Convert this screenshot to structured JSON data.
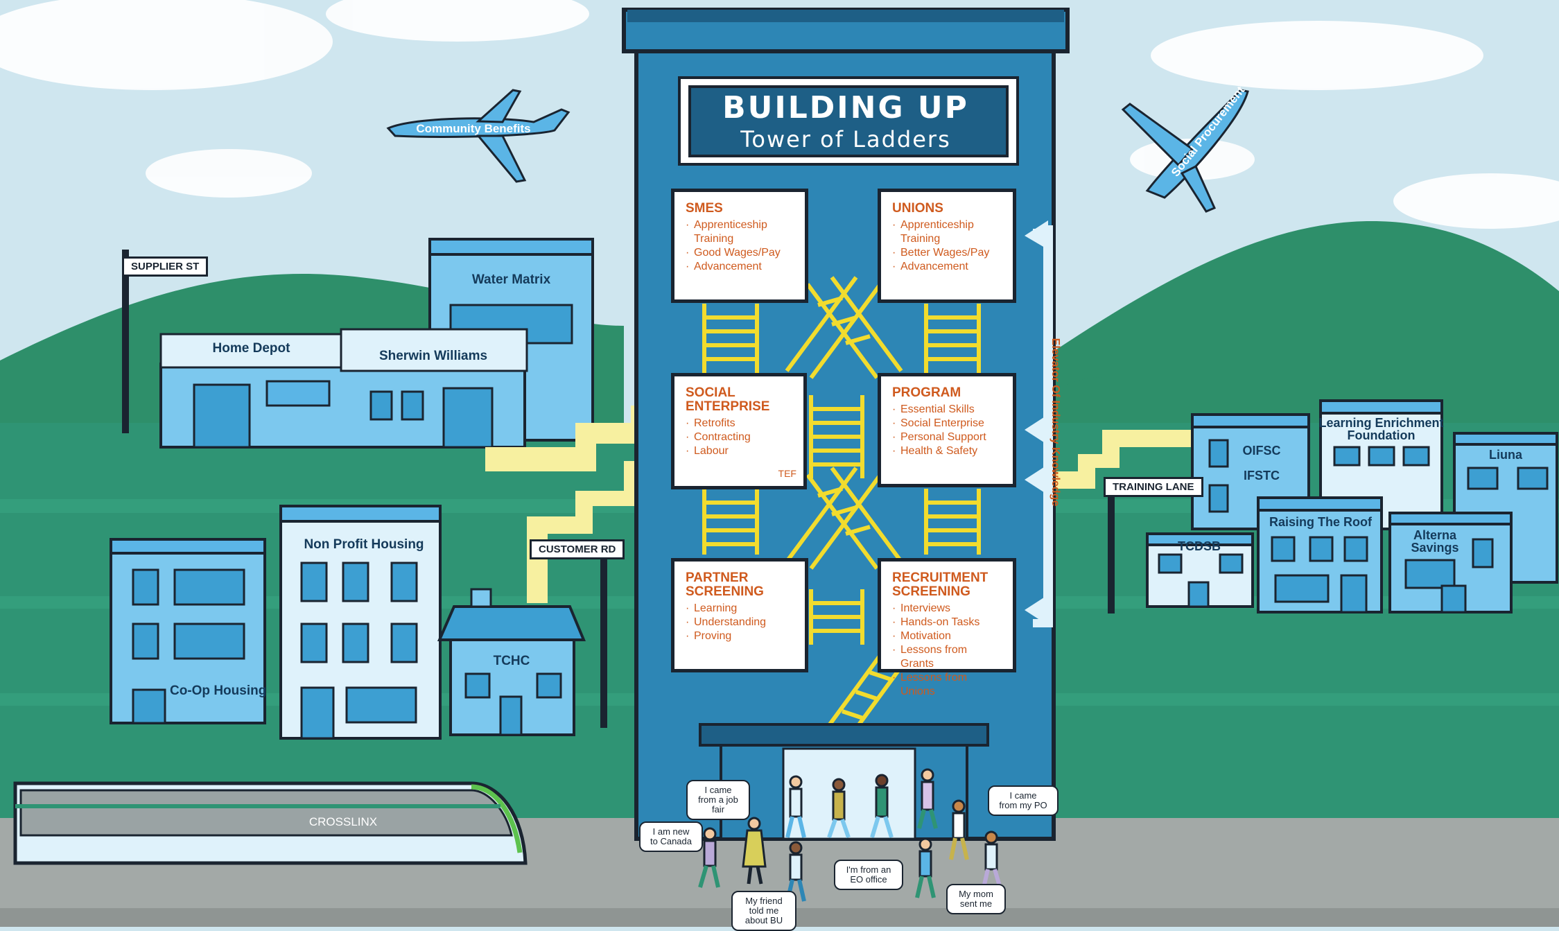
{
  "title": {
    "main": "BUILDING UP",
    "sub": "Tower of Ladders"
  },
  "planes": {
    "left": "Community Benefits",
    "right": "Social Procurement"
  },
  "elevator": "Elevator Of Industry Knowledge",
  "floors": {
    "smes": {
      "title": "SMES",
      "items": [
        "Apprenticeship Training",
        "Good Wages/Pay",
        "Advancement"
      ]
    },
    "unions": {
      "title": "UNIONS",
      "items": [
        "Apprenticeship Training",
        "Better Wages/Pay",
        "Advancement"
      ]
    },
    "social_enterprise": {
      "title": "SOCIAL ENTERPRISE",
      "items": [
        "Retrofits",
        "Contracting",
        "Labour"
      ],
      "tag": "TEF"
    },
    "program": {
      "title": "PROGRAM",
      "items": [
        "Essential Skills",
        "Social Enterprise",
        "Personal Support",
        "Health & Safety"
      ]
    },
    "partner_screening": {
      "title_lines": [
        "PARTNER",
        "SCREENING"
      ],
      "items": [
        "Learning",
        "Understanding",
        "Proving"
      ]
    },
    "recruitment_screening": {
      "title_lines": [
        "RECRUITMENT",
        "SCREENING"
      ],
      "items": [
        "Interviews",
        "Hands-on Tasks",
        "Motivation",
        "Lessons from Grants",
        "Lessons from Unions"
      ]
    }
  },
  "streets": {
    "supplier": "SUPPLIER ST",
    "customer": "CUSTOMER RD",
    "training": "TRAINING LANE"
  },
  "buildings": {
    "water_matrix": "Water Matrix",
    "home_depot": "Home Depot",
    "sherwin_williams": "Sherwin Williams",
    "non_profit_housing": "Non Profit Housing",
    "co_op_housing": "Co-Op Housing",
    "tchc": "TCHC",
    "oifsc": "OIFSC",
    "ifstc": "IFSTC",
    "learning_enrichment": [
      "Learning Enrichment",
      "Foundation"
    ],
    "liuna": "Liuna",
    "tcdsb": "TCDSB",
    "raising_the_roof": "Raising The Roof",
    "alterna": [
      "Alterna",
      "Savings"
    ]
  },
  "train": "CROSSLINX",
  "bubbles": {
    "job_fair": [
      "I came",
      "from a job",
      "fair"
    ],
    "canada": [
      "I am new",
      "to Canada"
    ],
    "friend": [
      "My friend",
      "told me",
      "about BU"
    ],
    "eo_office": [
      "I'm from an",
      "EO office"
    ],
    "mom": [
      "My mom",
      "sent me"
    ],
    "po": [
      "I came",
      "from my PO"
    ]
  },
  "colors": {
    "sky": "#cfe6ef",
    "hill": "#2e8f6a",
    "grass": "#2f9474",
    "tower": "#2d86b5",
    "tower_dark": "#1e5f86",
    "ladder": "#f2dc2e",
    "text_orange": "#cf5a1e",
    "building": "#7cc8ee"
  }
}
